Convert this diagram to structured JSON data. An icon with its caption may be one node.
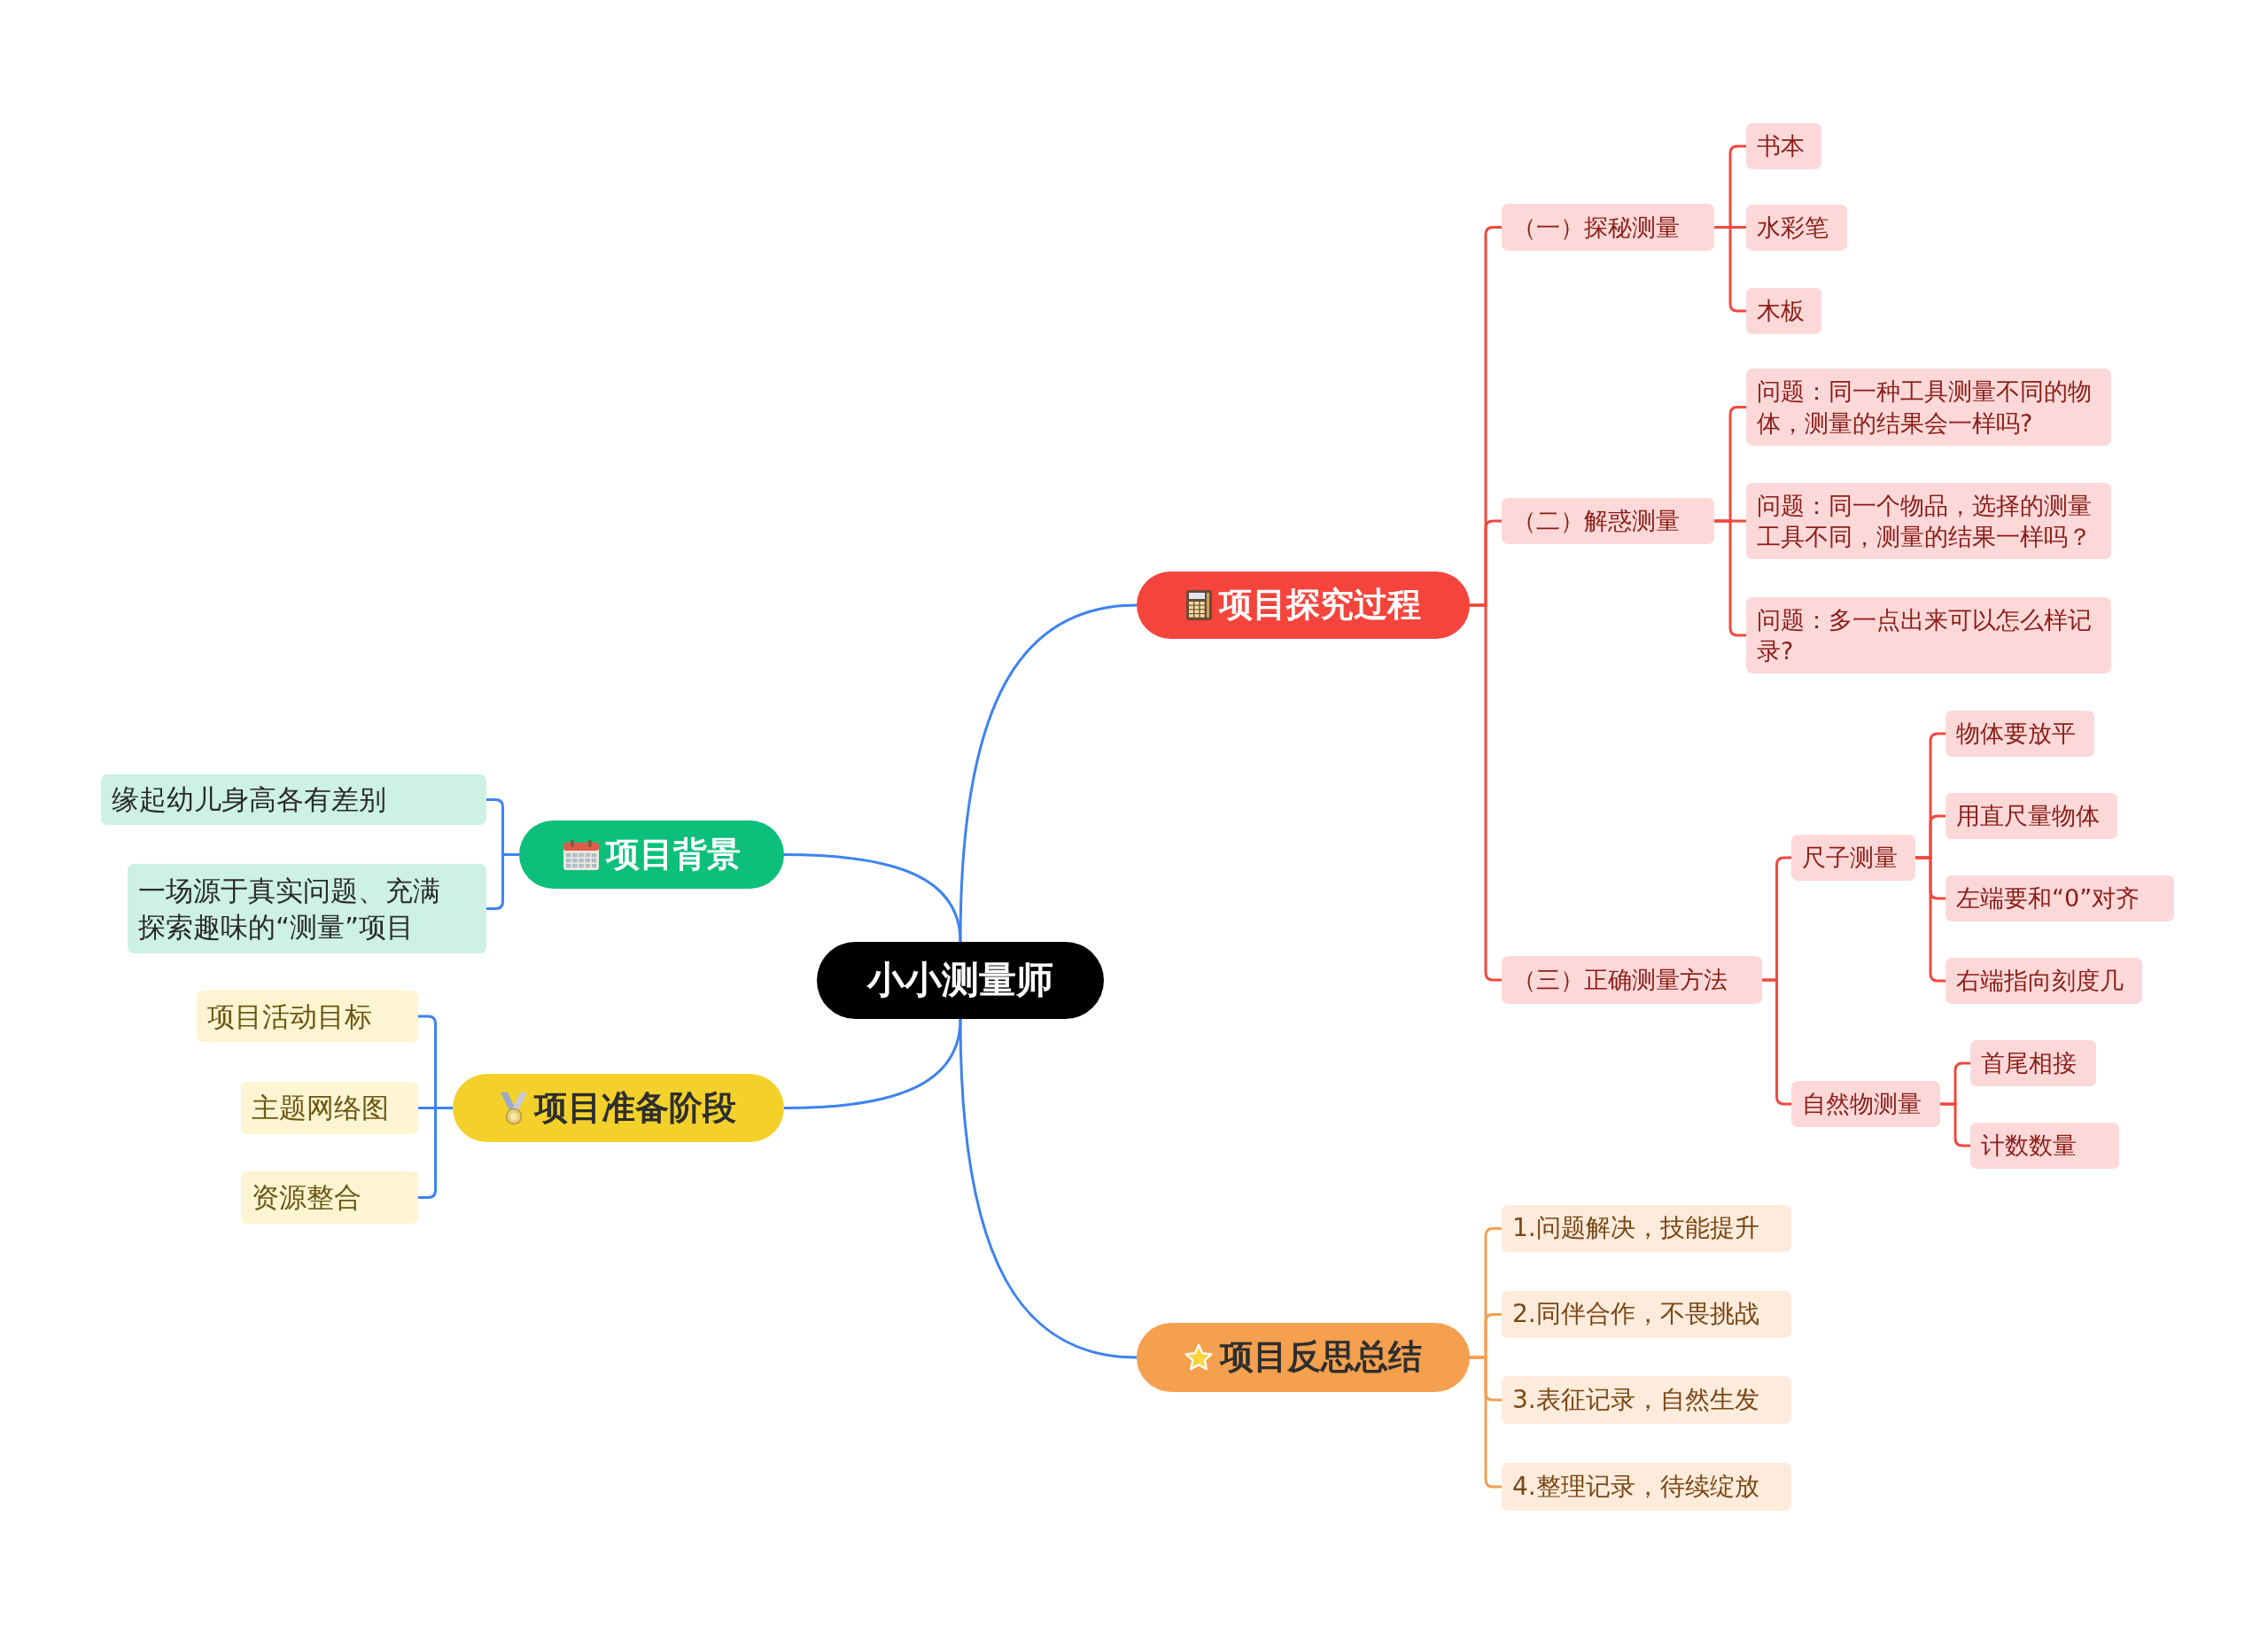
{
  "diagram": {
    "nodes": [
      {
        "text": [
          "小小测量师"
        ]
      },
      {
        "text": [
          "项目探究过程"
        ]
      },
      {
        "text": [
          "（一）探秘测量"
        ]
      },
      {
        "text": [
          "书本"
        ]
      },
      {
        "text": [
          "水彩笔"
        ]
      },
      {
        "text": [
          "木板"
        ]
      },
      {
        "text": [
          "（二）解惑测量"
        ]
      },
      {
        "text": [
          "问题：同一种工具测量不同的物体，测量的结果会一样吗?"
        ]
      },
      {
        "text": [
          "问题：同一个物品，选择的测量工具不同，测量的结果一样吗？"
        ]
      },
      {
        "text": [
          "问题：多一点出来可以怎么样记录?"
        ]
      },
      {
        "text": [
          "（三）正确测量方法"
        ]
      },
      {
        "text": [
          "尺子测量"
        ]
      },
      {
        "text": [
          "物体要放平"
        ]
      },
      {
        "text": [
          "用直尺量物体"
        ]
      },
      {
        "text": [
          "左端要和“0”对齐"
        ]
      },
      {
        "text": [
          "右端指向刻度几"
        ]
      },
      {
        "text": [
          "自然物测量"
        ]
      },
      {
        "text": [
          "首尾相接"
        ]
      },
      {
        "text": [
          "计数数量"
        ]
      },
      {
        "text": [
          "项目反思总结"
        ]
      },
      {
        "text": [
          "1.问题解决，技能提升"
        ]
      },
      {
        "text": [
          "2.同伴合作，不畏挑战"
        ]
      },
      {
        "text": [
          "3.表征记录，自然生发"
        ]
      },
      {
        "text": [
          "4.整理记录，待续绽放"
        ]
      },
      {
        "text": [
          "项目背景"
        ]
      },
      {
        "text": [
          "缘起幼儿身高各有差别"
        ]
      },
      {
        "text": [
          "一场源于真实问题、充满探索趣味的“测量”项目"
        ]
      },
      {
        "text": [
          "项目准备阶段"
        ]
      },
      {
        "text": [
          "项目活动目标"
        ]
      },
      {
        "text": [
          "主题网络图"
        ]
      },
      {
        "text": [
          "资源整合"
        ]
      }
    ],
    "edges": [
      {
        "from": 0,
        "to": 1,
        "arrow": "none",
        "color": "#3d82f0"
      },
      {
        "from": 0,
        "to": 19,
        "arrow": "none",
        "color": "#3d82f0"
      },
      {
        "from": 0,
        "to": 24,
        "arrow": "none",
        "color": "#3d82f0"
      },
      {
        "from": 0,
        "to": 27,
        "arrow": "none",
        "color": "#3d82f0"
      },
      {
        "from": 1,
        "to": 2,
        "arrow": "none"
      },
      {
        "from": 1,
        "to": 6,
        "arrow": "none"
      },
      {
        "from": 1,
        "to": 10,
        "arrow": "none"
      },
      {
        "from": 2,
        "to": 3,
        "arrow": "none"
      },
      {
        "from": 2,
        "to": 4,
        "arrow": "none"
      },
      {
        "from": 2,
        "to": 5,
        "arrow": "none"
      },
      {
        "from": 6,
        "to": 7,
        "arrow": "none"
      },
      {
        "from": 6,
        "to": 8,
        "arrow": "none"
      },
      {
        "from": 6,
        "to": 9,
        "arrow": "none"
      },
      {
        "from": 10,
        "to": 11,
        "arrow": "none"
      },
      {
        "from": 10,
        "to": 16,
        "arrow": "none"
      },
      {
        "from": 11,
        "to": 12,
        "arrow": "none"
      },
      {
        "from": 11,
        "to": 13,
        "arrow": "none"
      },
      {
        "from": 11,
        "to": 14,
        "arrow": "none"
      },
      {
        "from": 11,
        "to": 15,
        "arrow": "none"
      },
      {
        "from": 16,
        "to": 17,
        "arrow": "none"
      },
      {
        "from": 16,
        "to": 18,
        "arrow": "none"
      },
      {
        "from": 19,
        "to": 20,
        "arrow": "none",
        "color": "#f2a050"
      },
      {
        "from": 19,
        "to": 21,
        "arrow": "none",
        "color": "#f2a050"
      },
      {
        "from": 19,
        "to": 22,
        "arrow": "none",
        "color": "#f2a050"
      },
      {
        "from": 19,
        "to": 23,
        "arrow": "none",
        "color": "#f2a050"
      },
      {
        "from": 24,
        "to": 25,
        "arrow": "none",
        "color": "#3d82f0"
      },
      {
        "from": 24,
        "to": 26,
        "arrow": "none",
        "color": "#3d82f0"
      },
      {
        "from": 27,
        "to": 28,
        "arrow": "none",
        "color": "#3d82f0"
      },
      {
        "from": 27,
        "to": 29,
        "arrow": "none",
        "color": "#3d82f0"
      },
      {
        "from": 27,
        "to": 30,
        "arrow": "none",
        "color": "#3d82f0"
      }
    ]
  }
}
